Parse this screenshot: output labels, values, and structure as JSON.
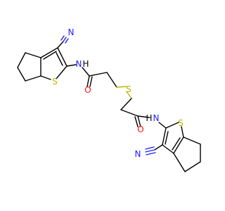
{
  "molecule": {
    "atoms": {
      "n_top_nitrile": "N",
      "n_top_amide": "N",
      "h_top_amide": "H",
      "s_top_thiophene": "S",
      "o_top_amide": "O",
      "s_linker": "S",
      "o_bottom_amide": "O",
      "n_bottom_amide": "N",
      "h_bottom_amide": "H",
      "s_bottom_thiophene": "S",
      "n_bottom_nitrile": "N"
    },
    "colors": {
      "bond": "#000000",
      "nitrogen": "#2020ff",
      "oxygen": "#ff1010",
      "sulfur": "#b8b800"
    }
  }
}
